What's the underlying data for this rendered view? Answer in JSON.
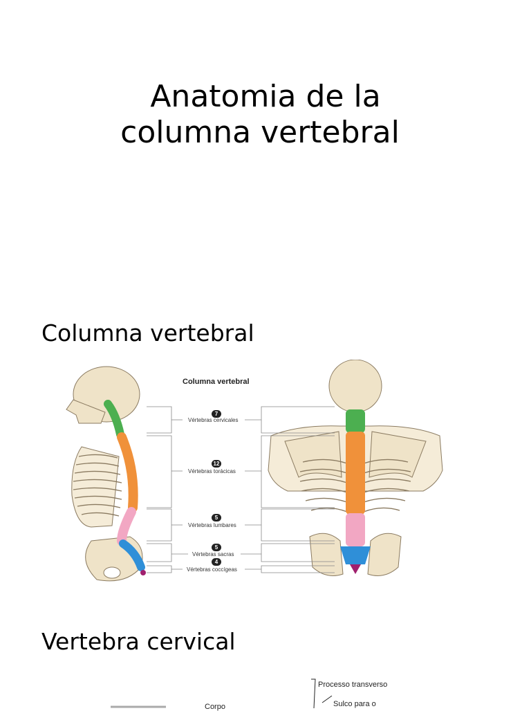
{
  "slide1": {
    "title_line1": "Anatomia de la",
    "title_line2": "columna vertebral"
  },
  "slide2": {
    "heading": "Columna vertebral",
    "figure": {
      "title": "Columna vertebral",
      "regions": [
        {
          "count": "7",
          "label": "Vértebras cervicales",
          "color": "#4caf50"
        },
        {
          "count": "12",
          "label": "Vértebras torácicas",
          "color": "#f0913a"
        },
        {
          "count": "5",
          "label": "Vértebras lumbares",
          "color": "#f2a7c3"
        },
        {
          "count": "5",
          "label": "Vértebras sacras",
          "color": "#2f8fd8"
        },
        {
          "count": "4",
          "label": "Vértebras coccígeas",
          "color": "#a0206e"
        }
      ]
    }
  },
  "slide3": {
    "heading": "Vertebra cervical",
    "figure_labels": {
      "transverse_process": "Processo transverso",
      "groove": "Sulco para o",
      "body": "Corpo"
    }
  }
}
